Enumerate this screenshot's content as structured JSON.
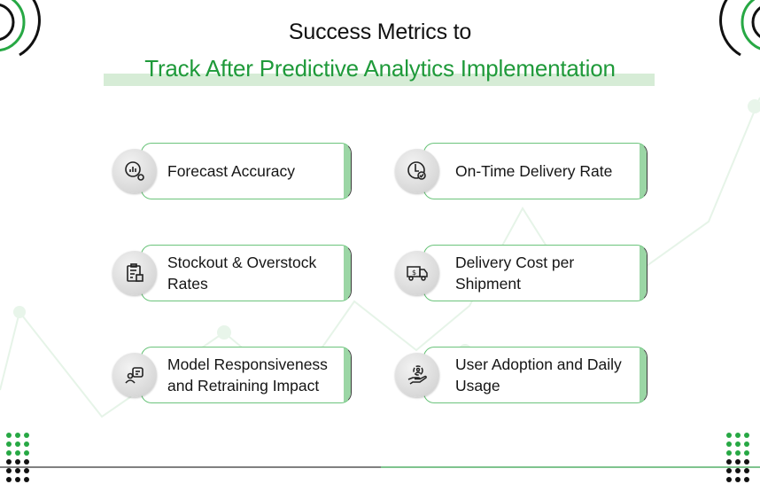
{
  "title": {
    "line1": "Success Metrics to",
    "line2": "Track After Predictive Analytics Implementation"
  },
  "colors": {
    "accent_green": "#1f9a3a",
    "highlight_green": "#cfe9cf",
    "card_stripe": "#9bd6a5",
    "text_dark": "#151515"
  },
  "metrics": [
    {
      "label": "Forecast Accuracy",
      "icon": "chart-magnifier-icon"
    },
    {
      "label": "On-Time Delivery Rate",
      "icon": "clock-check-icon"
    },
    {
      "label": "Stockout & Overstock Rates",
      "icon": "clipboard-box-icon"
    },
    {
      "label": "Delivery Cost per Shipment",
      "icon": "dollar-truck-icon"
    },
    {
      "label": "Model Responsiveness and Retraining Impact",
      "icon": "user-chat-icon"
    },
    {
      "label": "User Adoption and Daily Usage",
      "icon": "hand-user-cycle-icon"
    }
  ]
}
